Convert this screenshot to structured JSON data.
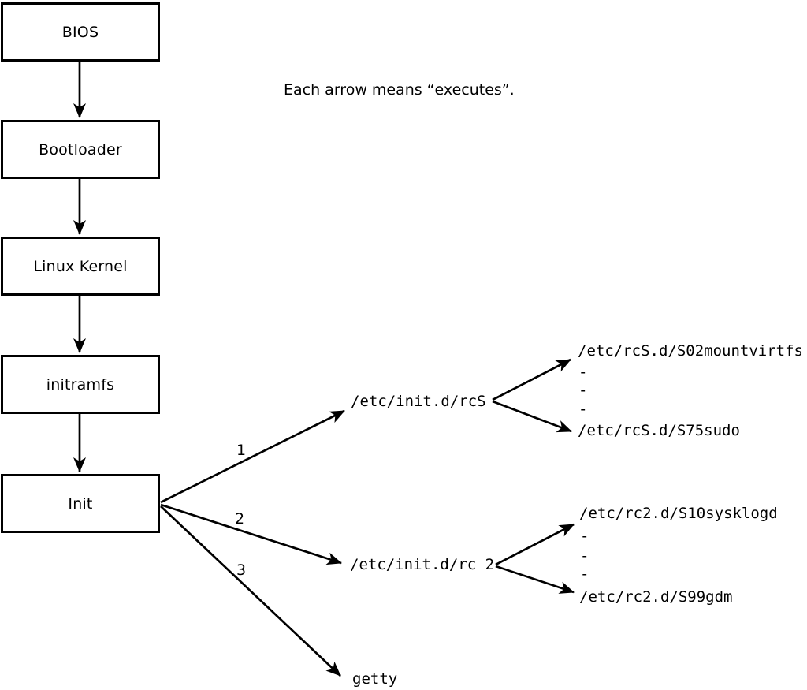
{
  "note": "Each arrow means “executes”.",
  "chain": [
    {
      "label": "BIOS"
    },
    {
      "label": "Bootloader"
    },
    {
      "label": "Linux Kernel"
    },
    {
      "label": "initramfs"
    },
    {
      "label": "Init"
    }
  ],
  "init_children": [
    {
      "order": "1",
      "label": "/etc/init.d/rcS",
      "children": [
        "/etc/rcS.d/S02mountvirtfs",
        "-",
        "-",
        "-",
        "/etc/rcS.d/S75sudo"
      ]
    },
    {
      "order": "2",
      "label": "/etc/init.d/rc 2",
      "children": [
        "/etc/rc2.d/S10sysklogd",
        "-",
        "-",
        "-",
        "/etc/rc2.d/S99gdm"
      ]
    },
    {
      "order": "3",
      "label": "getty",
      "children": []
    }
  ],
  "colors": {
    "background": "#ffffff",
    "line": "#000000",
    "text": "#000000"
  }
}
